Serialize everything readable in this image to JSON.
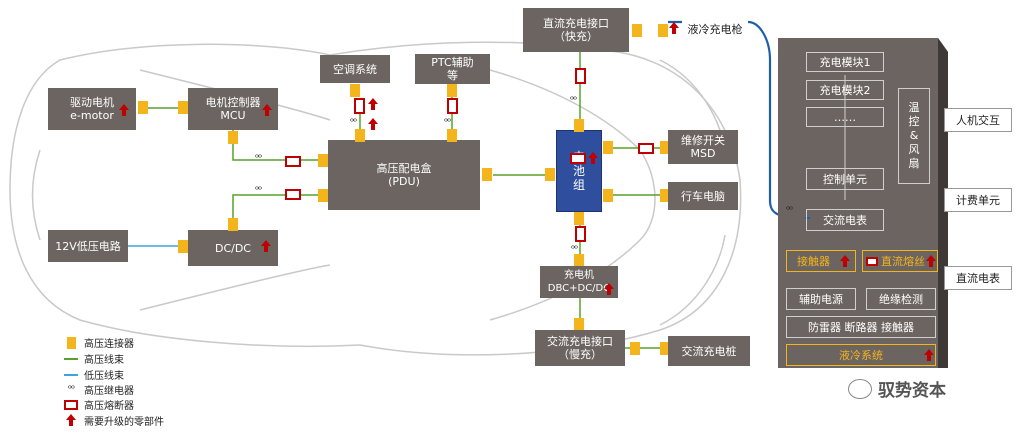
{
  "components": {
    "drive_motor": "驱动电机\ne-motor",
    "mcu": "电机控制器\nMCU",
    "ac_system": "空调系统",
    "ptc": "PTC辅助\n等",
    "dc_charge_port": "直流充电接口\n（快充）",
    "liquid_gun": "液冷充电枪",
    "pdu": "高压配电盒\n(PDU)",
    "battery": "电\n池\n组",
    "service_switch": "维修开关\nMSD",
    "vehicle_computer": "行车电脑",
    "lv_circuit": "12V低压电路",
    "dcdc": "DC/DC",
    "charger": "充电机\nDBC+DC/DC",
    "ac_charge_port": "交流充电接口\n（慢充）",
    "ac_pile": "交流充电桩"
  },
  "cabinet": {
    "module1": "充电模块1",
    "module2": "充电模块2",
    "dots": "……",
    "control_unit": "控制单元",
    "ac_meter": "交流电表",
    "temp_fan": "温\n控\n&\n风\n扇",
    "contactor": "接触器",
    "dc_fuse": "直流熔丝",
    "aux_power": "辅助电源",
    "insulation": "绝缘检测",
    "protect_row": "防雷器 断路器 接触器",
    "liquid_system": "液冷系统"
  },
  "side_labels": {
    "hmi": "人机交互",
    "billing": "计费单元",
    "dc_meter": "直流电表"
  },
  "legend": {
    "connector": "高压连接器",
    "hv_harness": "高压线束",
    "lv_harness": "低压线束",
    "relay": "高压继电器",
    "fuse": "高压熔断器",
    "upgrade": "需要升级的零部件"
  },
  "watermark": "驭势资本",
  "colors": {
    "box": "#6b6461",
    "battery": "#2f4f9e",
    "connector": "#f3b41c",
    "hv_line": "#5aa02c",
    "lv_line": "#3aa5e0",
    "fuse": "#c00000",
    "cabinet": "#6b6461",
    "cable": "#1f5fa8"
  }
}
